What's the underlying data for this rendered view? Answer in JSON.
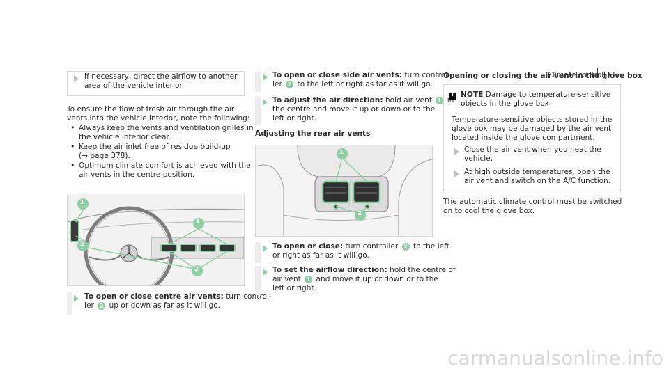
{
  "header": {
    "section": "Climate control",
    "page_number": "171"
  },
  "col1": {
    "step1": "If necessary, direct the airflow to another area of the vehicle interior.",
    "para1_l1": "To ensure the flow of fresh air through the air",
    "para1_l2": "vents into the vehicle interior, note the following:",
    "bullets": [
      {
        "l1": "Always keep the vents and ventilation grilles in",
        "l2": "the vehicle interior clear."
      },
      {
        "l1": "Keep the air inlet free of residue build-up",
        "l2": "(→ page 378)."
      },
      {
        "l1": "Optimum climate comfort is achieved with the",
        "l2": "air vents in the centre position."
      }
    ],
    "step2_bold": "To open or close centre air vents:",
    "step2_rest1": " turn control-",
    "step2_rest2_a": "ler ",
    "step2_rest2_b": " up or down as far as it will go.",
    "callouts": [
      "1",
      "2",
      "1",
      "2"
    ]
  },
  "col2": {
    "step1_bold": "To open or close side air vents:",
    "step1_rest1": " turn control-",
    "step1_rest2_a": "ler ",
    "step1_rest2_b": " to the left or right as far as it will go.",
    "step2_bold": "To adjust the air direction:",
    "step2_rest1": " hold air vent ",
    "step2_rest1_b": " in",
    "step2_rest2": "the centre and move it up or down or to the",
    "step2_rest3": "left or right.",
    "subheading": "Adjusting the rear air vents",
    "step3_bold": "To open or close:",
    "step3_rest1_a": " turn controller ",
    "step3_rest1_b": " to the left",
    "step3_rest2": "or right as far as it will go.",
    "step4_bold": "To set the airflow direction:",
    "step4_rest1": " hold the centre of",
    "step4_rest2_a": "air vent ",
    "step4_rest2_b": " and move it up or down or to the",
    "step4_rest3": "left or right.",
    "callouts": [
      "1",
      "2"
    ]
  },
  "col3": {
    "heading": "Opening or closing the air vent in the glove box",
    "note_label": "NOTE",
    "note_l1": " Damage to temperature-sensitive",
    "note_l2": "objects in the glove box",
    "note_p1": "Temperature-sensitive objects stored in the",
    "note_p2": "glove box may be damaged by the air vent",
    "note_p3": "located inside the glove compartment.",
    "step1_l1": "Close the air vent when you heat the",
    "step1_l2": "vehicle.",
    "step2_l1": "At high outside temperatures, open the",
    "step2_l2": "air vent and switch on the A/C function.",
    "after_l1": "The automatic climate control must be switched",
    "after_l2": "on to cool the glove box.",
    "warn_symbol": "!"
  },
  "callout_nums": {
    "one": "1",
    "two": "2"
  },
  "footer": "carmanualsonline.info",
  "colors": {
    "accent": "#8ccfa4",
    "border": "#d6d6d6",
    "arrow": "#bdbdbd"
  }
}
